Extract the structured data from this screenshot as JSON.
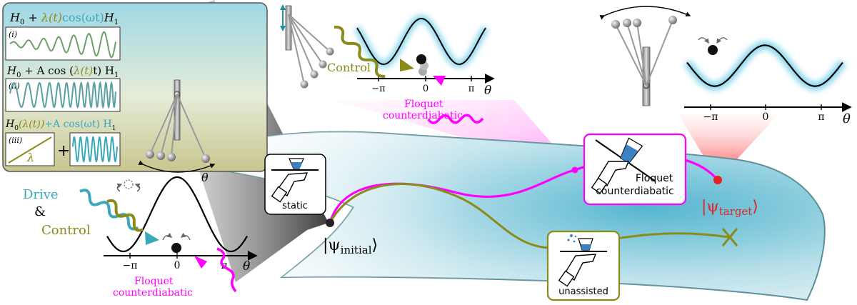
{
  "legend": {
    "eq1": {
      "a": "H",
      "a_sub": "0",
      "plus": " + ",
      "lambda": "λ(t)",
      "cos": "cos(ωt)",
      "h1": "H",
      "h1_sub": "1"
    },
    "eq2": {
      "a": "H",
      "a_sub": "0",
      "plus": " + A cos (",
      "lambda": "λ(t)",
      "tail": "t) H",
      "h1_sub": "1"
    },
    "eq3": {
      "a": "H",
      "a_sub": "0",
      "lambda": "(λ(t))",
      "plus": "+A cos(ωt) H",
      "h1_sub": "1"
    },
    "panel_i": "(i)",
    "panel_ii": "(ii)",
    "panel_iii": "(iii)",
    "panel_iii_lambda": "λ",
    "panel_iii_plus": "+"
  },
  "left": {
    "drive": "Drive",
    "amp": "&",
    "control": "Control",
    "floquet1": "Floquet",
    "floquet2": "counterdiabatic",
    "ticks": [
      "−π",
      "0",
      "π"
    ],
    "axis": "θ",
    "pendulum_angle": "θ"
  },
  "top_middle": {
    "control": "Control",
    "floquet1": "Floquet",
    "floquet2": "counterdiabatic",
    "ticks": [
      "−π",
      "0",
      "π"
    ],
    "axis": "θ"
  },
  "top_right": {
    "ticks": [
      "−π",
      "0",
      "π"
    ],
    "axis": "θ"
  },
  "boxes": {
    "static": "static",
    "floquet1": "Floquet",
    "floquet2": "counterdiabatic",
    "unassisted": "unassisted"
  },
  "states": {
    "initial_psi": "|ψ",
    "initial_sub": "initial",
    "target_psi": "|ψ",
    "target_sub": "target",
    "ket": "⟩"
  },
  "colors": {
    "drive": "#3aa8bc",
    "control": "#8b8b1c",
    "floquet": "#ff00ff",
    "target": "#e82020",
    "manifold": "#6fb9cc"
  }
}
